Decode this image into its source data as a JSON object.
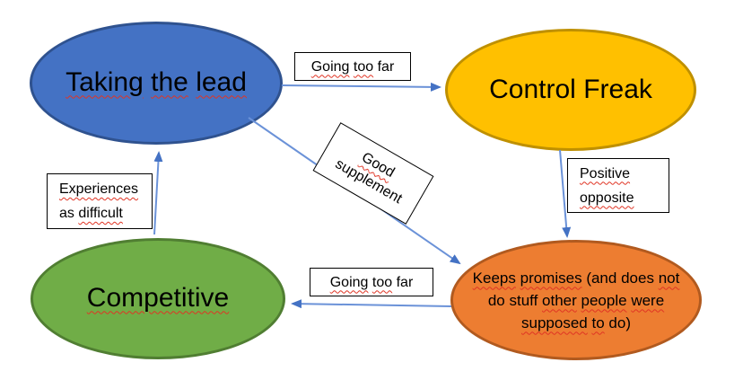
{
  "diagram": {
    "colors": {
      "background": "#ffffff",
      "arrow_line": "#6b92d8",
      "arrow_head": "#4472c4",
      "squiggle": "#e03424",
      "box_fill": "#ffffff",
      "box_border": "#000000",
      "text": "#000000"
    },
    "nodes": {
      "taking_the_lead": {
        "lines": [
          "Taking the lead"
        ],
        "misspelled": [
          "Taking",
          "the",
          "lead"
        ],
        "fill": "#4472c4",
        "border": "#2f528f"
      },
      "control_freak": {
        "lines": [
          "Control Freak"
        ],
        "misspelled": [],
        "fill": "#ffc000",
        "border": "#bf9000"
      },
      "competitive": {
        "lines": [
          "Competitive"
        ],
        "misspelled": [
          "Competitive"
        ],
        "fill": "#70ad47",
        "border": "#507e32"
      },
      "keeps_promises": {
        "lines": [
          "Keeps promises (and does not",
          "do stuff other people were",
          "supposed to do)"
        ],
        "misspelled": [
          "Keeps",
          "promises",
          "not",
          "other",
          "people",
          "were",
          "supposed",
          "to"
        ],
        "fill": "#ed7d31",
        "border": "#b15a1f"
      }
    },
    "edge_labels": {
      "going_too_far_top": {
        "lines": [
          "Going too far"
        ],
        "misspelled": [
          "Going",
          "too"
        ]
      },
      "good_supplement": {
        "lines": [
          "Good",
          "supplement"
        ],
        "misspelled": [
          "Good"
        ]
      },
      "positive_opposite": {
        "lines": [
          "Positive",
          "opposite"
        ],
        "misspelled": [
          "Positive",
          "opposite"
        ]
      },
      "going_too_far_bottom": {
        "lines": [
          "Going too far"
        ],
        "misspelled": [
          "Going",
          "too"
        ]
      },
      "experiences_as_difficult": {
        "lines": [
          "Experiences",
          "as difficult"
        ],
        "misspelled": [
          "Experiences",
          "difficult"
        ]
      }
    }
  }
}
